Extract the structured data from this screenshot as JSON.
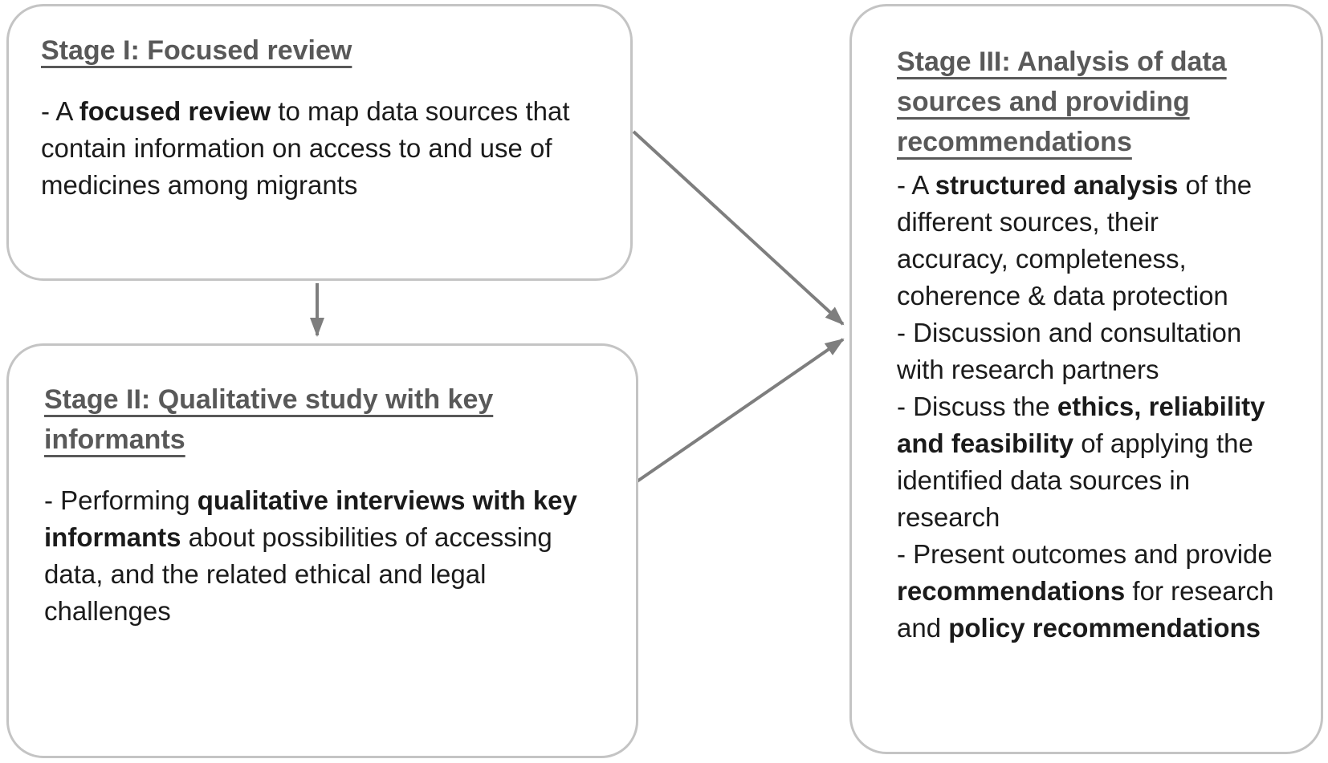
{
  "diagram_title": "Research stages flow diagram",
  "colors": {
    "heading": "#595959",
    "body": "#1b1b1b",
    "box_border": "#c4c4c4",
    "arrow": "#7e7e7e",
    "background": "#ffffff"
  },
  "boxes": {
    "stage1": {
      "title_lines": [
        "Stage I: Focused review"
      ],
      "lines": [
        [
          {
            "t": "- A "
          },
          {
            "t": "focused review",
            "b": 1
          },
          {
            "t": " to map data sources that"
          }
        ],
        [
          {
            "t": "contain information  on access to and use of"
          }
        ],
        [
          {
            "t": "medicines among migrants"
          }
        ]
      ]
    },
    "stage2": {
      "title_lines": [
        "Stage II: Qualitative study with key",
        "informants"
      ],
      "lines": [
        [
          {
            "t": "- Performing "
          },
          {
            "t": "qualitative interviews with key",
            "b": 1
          }
        ],
        [
          {
            "t": "informants",
            "b": 1
          },
          {
            "t": " about possibilities of accessing"
          }
        ],
        [
          {
            "t": "data, and the related ethical and legal"
          }
        ],
        [
          {
            "t": "challenges"
          }
        ]
      ]
    },
    "stage3": {
      "title_lines": [
        "Stage III: Analysis of data",
        "sources and providing",
        "recommendations"
      ],
      "lines": [
        [
          {
            "t": "- A "
          },
          {
            "t": "structured analysis",
            "b": 1
          },
          {
            "t": " of the"
          }
        ],
        [
          {
            "t": "different sources, their"
          }
        ],
        [
          {
            "t": "accuracy, completeness,"
          }
        ],
        [
          {
            "t": "coherence & data protection"
          }
        ],
        [
          {
            "t": "- Discussion and consultation"
          }
        ],
        [
          {
            "t": "with research partners"
          }
        ],
        [
          {
            "t": "- Discuss the "
          },
          {
            "t": "ethics, reliability",
            "b": 1
          }
        ],
        [
          {
            "t": "and feasibility",
            "b": 1
          },
          {
            "t": " of applying the"
          }
        ],
        [
          {
            "t": "identified data sources in"
          }
        ],
        [
          {
            "t": "research"
          }
        ],
        [
          {
            "t": "- Present outcomes  and provide"
          }
        ],
        [
          {
            "t": "recommendations",
            "b": 1
          },
          {
            "t": " for research"
          }
        ],
        [
          {
            "t": "and "
          },
          {
            "t": "policy recommendations",
            "b": 1
          }
        ]
      ]
    }
  },
  "arrows": [
    {
      "name": "stage1-to-stage2",
      "from": "Stage I",
      "to": "Stage II",
      "direction": "down"
    },
    {
      "name": "stage1-to-stage3",
      "from": "Stage I",
      "to": "Stage III",
      "direction": "down-right"
    },
    {
      "name": "stage2-to-stage3",
      "from": "Stage II",
      "to": "Stage III",
      "direction": "up-right"
    }
  ]
}
